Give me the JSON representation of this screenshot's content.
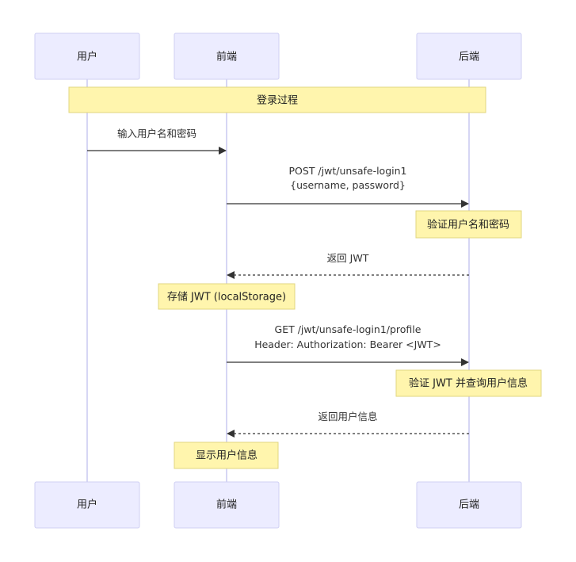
{
  "actors": {
    "user": {
      "label": "用户"
    },
    "frontend": {
      "label": "前端"
    },
    "backend": {
      "label": "后端"
    }
  },
  "notes": {
    "login_process": "登录过程",
    "verify_credentials": "验证用户名和密码",
    "store_jwt": "存储 JWT (localStorage)",
    "verify_jwt": "验证 JWT 并查询用户信息",
    "show_user_info": "显示用户信息"
  },
  "messages": {
    "m1": {
      "line1": "输入用户名和密码",
      "style": "solid"
    },
    "m2": {
      "line1": "POST /jwt/unsafe-login1",
      "line2": "{username, password}",
      "style": "solid"
    },
    "m3": {
      "line1": "返回 JWT",
      "style": "dashed"
    },
    "m4": {
      "line1": "GET /jwt/unsafe-login1/profile",
      "line2": "Header: Authorization: Bearer <JWT>",
      "style": "solid"
    },
    "m5": {
      "line1": "返回用户信息",
      "style": "dashed"
    }
  },
  "colors": {
    "actor_fill": "#ececff",
    "actor_border": "#cfcff3",
    "note_fill": "#fff5ad",
    "note_border": "#e2d680",
    "arrow": "#333333"
  }
}
